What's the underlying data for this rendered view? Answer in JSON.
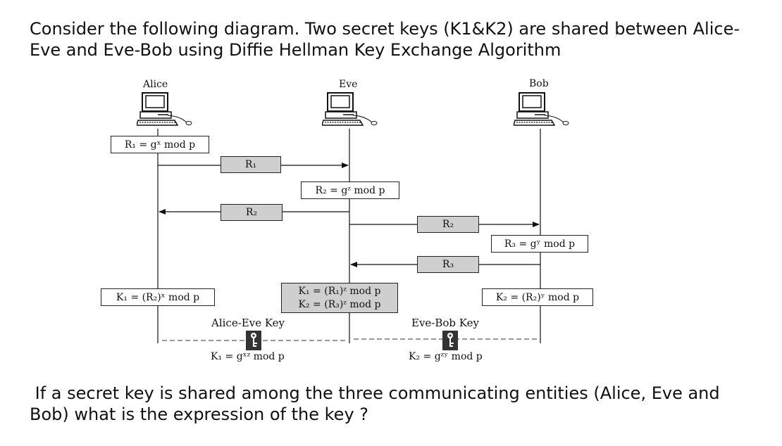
{
  "question_top": "Consider the following diagram. Two secret keys (K1&K2) are shared between Alice-Eve and Eve-Bob using Diffie Hellman Key Exchange Algorithm",
  "question_bottom": " If a secret key is shared among the three communicating entities (Alice, Eve and Bob) what is the expression of the key ?",
  "parties": {
    "alice": "Alice",
    "eve": "Eve",
    "bob": "Bob"
  },
  "boxes": {
    "alice_r1": "R₁ = gˣ mod p",
    "msg_r1": "R₁",
    "eve_r2": "R₂ = gᶻ mod p",
    "msg_r2_to_alice": "R₂",
    "msg_r2_to_bob": "R₂",
    "bob_r3": "R₃ = gʸ mod p",
    "msg_r3": "R₃",
    "alice_k1": "K₁ = (R₂)ˣ mod p",
    "eve_k1": "K₁ = (R₁)ᶻ mod p",
    "eve_k2": "K₂ = (R₃)ᶻ mod p",
    "bob_k2": "K₂ = (R₂)ʸ mod p"
  },
  "keys": {
    "alice_eve_label": "Alice-Eve Key",
    "alice_eve_formula": "K₁ = gˣᶻ mod p",
    "eve_bob_label": "Eve-Bob Key",
    "eve_bob_formula": "K₂ = gᶻʸ mod p"
  },
  "icons": [
    "computer-icon",
    "key-icon"
  ]
}
